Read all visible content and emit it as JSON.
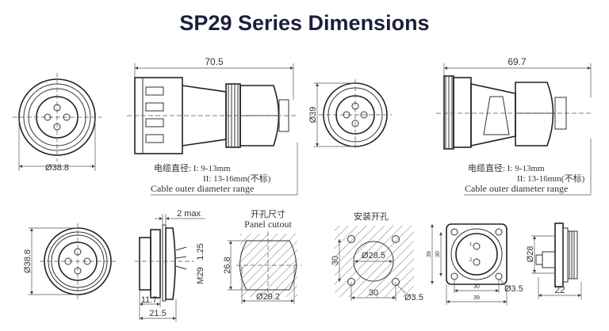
{
  "title": "SP29 Series Dimensions",
  "top_left": {
    "diameter": "Ø38.8",
    "length": "70.5"
  },
  "top_right": {
    "diameter": "Ø39",
    "length": "69.7"
  },
  "cable_note": {
    "line1": "电缆直径: I: 9-13mm",
    "line2": "II: 13-16mm(不标)",
    "line3": "Cable outer  diameter range"
  },
  "bottom": {
    "front_diameter": "Ø38.8",
    "panel_thickness": "2 max",
    "thread_pitch": "1.25",
    "thread": "M29",
    "depth1": "11.7",
    "depth2": "21.5",
    "cutout_title_cn": "开孔尺寸",
    "cutout_title_en": "Panel cutout",
    "cutout_height": "26.8",
    "cutout_diameter": "Ø29.2",
    "mount_title_cn": "安装开孔",
    "mount_hole": "Ø28.5",
    "mount_spacing_v": "30",
    "mount_spacing_h": "30",
    "mount_screw": "Ø3.5",
    "flange_size_v": "39",
    "flange_pitch_v": "30",
    "flange_pitch_h": "30",
    "flange_size_h": "39",
    "flange_screw": "Ø3.5",
    "pin1": "1",
    "pin2": "2",
    "side_diameter": "Ø28",
    "side_length": "22"
  }
}
